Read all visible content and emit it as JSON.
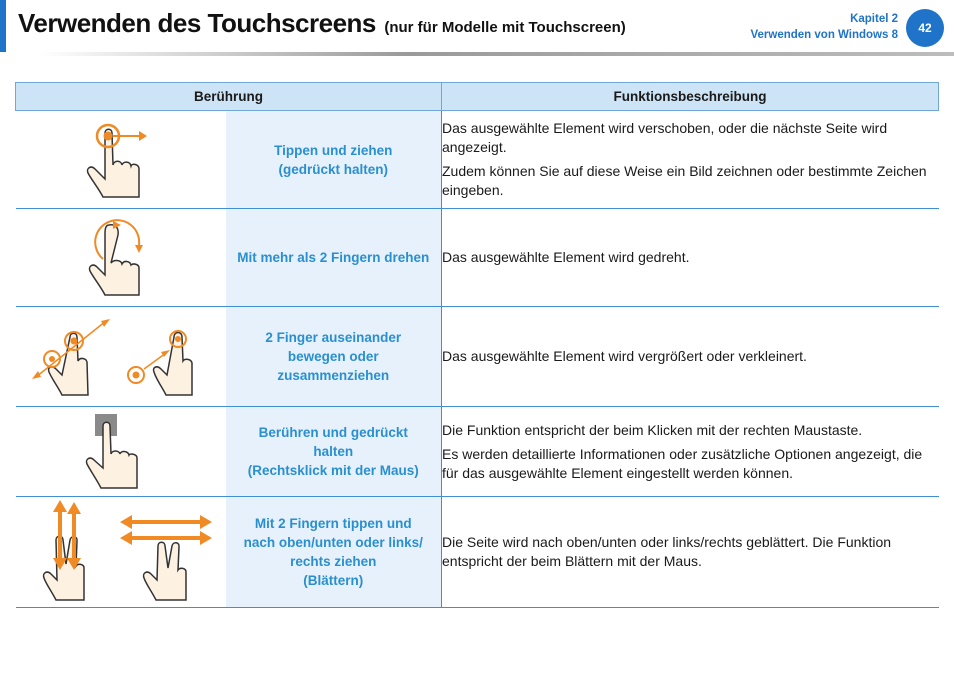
{
  "header": {
    "title": "Verwenden des Touchscreens",
    "subtitle": "(nur für Modelle mit Touchscreen)",
    "chapter": "Kapitel 2",
    "section": "Verwenden von Windows 8",
    "page_number": "42"
  },
  "table": {
    "columns": [
      "Berührung",
      "Funktionsbeschreibung"
    ],
    "rows": [
      {
        "icon": "tap-and-drag-gesture-icon",
        "gesture": [
          "Tippen und ziehen",
          "(gedrückt halten)"
        ],
        "description": [
          "Das ausgewählte Element wird verschoben, oder die nächste Seite wird angezeigt.",
          "Zudem können Sie auf diese Weise ein Bild zeichnen oder bestimmte Zeichen eingeben."
        ]
      },
      {
        "icon": "rotate-gesture-icon",
        "gesture": [
          "Mit mehr als 2 Fingern drehen"
        ],
        "description": [
          "Das ausgewählte Element wird gedreht."
        ]
      },
      {
        "icon": "pinch-zoom-gesture-icon",
        "gesture": [
          "2 Finger auseinander",
          "bewegen oder",
          "zusammenziehen"
        ],
        "description": [
          "Das ausgewählte Element wird vergrößert oder verkleinert."
        ]
      },
      {
        "icon": "press-and-hold-gesture-icon",
        "gesture": [
          "Berühren und gedrückt",
          "halten",
          "(Rechtsklick mit der Maus)"
        ],
        "description": [
          "Die Funktion entspricht der beim Klicken mit der rechten Maustaste.",
          "Es werden detaillierte Informationen oder zusätzliche Optionen angezeigt, die für das ausgewählte Element eingestellt werden können."
        ]
      },
      {
        "icon": "two-finger-scroll-gesture-icon",
        "gesture": [
          "Mit 2 Fingern tippen und",
          "nach oben/unten oder links/",
          "rechts ziehen",
          "(Blättern)"
        ],
        "description": [
          "Die Seite wird nach oben/unten oder links/rechts geblättert. Die Funktion entspricht der beim Blättern mit der Maus."
        ]
      }
    ]
  },
  "colors": {
    "accent": "#1f73c8",
    "gesture_text": "#2a8fcf",
    "gesture_cell_bg": "#e6f1fb",
    "header_bg": "#cde4f6",
    "icon_orange": "#f08a24",
    "hand_fill": "#fdf1e2"
  }
}
